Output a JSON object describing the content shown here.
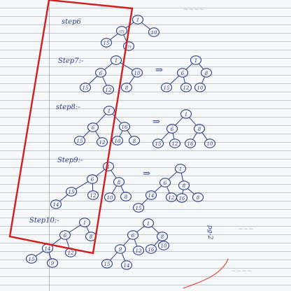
{
  "colors": {
    "ink": "#2a3a8a",
    "red_box": "#d21e1e",
    "paper": "#f7f8f9"
  },
  "steps": [
    {
      "label": "step6",
      "trees": [
        {
          "nodes": [
            {
              "id": "a",
              "v": "1"
            },
            {
              "id": "b",
              "v": "(?)"
            },
            {
              "id": "c",
              "v": "10"
            },
            {
              "id": "d",
              "v": "15"
            },
            {
              "id": "e",
              "v": "(?)"
            }
          ],
          "edges": [
            [
              "a",
              "b"
            ],
            [
              "a",
              "c"
            ],
            [
              "b",
              "d"
            ],
            [
              "b",
              "e"
            ]
          ]
        }
      ]
    },
    {
      "label": "Step7:-",
      "trees": [
        {
          "nodes": [
            {
              "id": "a",
              "v": "1"
            },
            {
              "id": "b",
              "v": "6"
            },
            {
              "id": "c",
              "v": "10"
            },
            {
              "id": "d",
              "v": "15"
            },
            {
              "id": "e",
              "v": "12"
            },
            {
              "id": "f",
              "v": "8"
            }
          ],
          "edges": [
            [
              "a",
              "b"
            ],
            [
              "a",
              "c"
            ],
            [
              "b",
              "d"
            ],
            [
              "b",
              "e"
            ],
            [
              "c",
              "f"
            ]
          ]
        },
        {
          "nodes": [
            {
              "id": "a",
              "v": "1"
            },
            {
              "id": "b",
              "v": "6"
            },
            {
              "id": "c",
              "v": "8"
            },
            {
              "id": "d",
              "v": "15"
            },
            {
              "id": "e",
              "v": "12"
            },
            {
              "id": "f",
              "v": "10"
            }
          ],
          "edges": [
            [
              "a",
              "b"
            ],
            [
              "a",
              "c"
            ],
            [
              "b",
              "d"
            ],
            [
              "b",
              "e"
            ],
            [
              "c",
              "f"
            ]
          ]
        }
      ]
    },
    {
      "label": "step8:-",
      "trees": [
        {
          "nodes": [
            {
              "id": "a",
              "v": "1"
            },
            {
              "id": "b",
              "v": "6"
            },
            {
              "id": "c",
              "v": "16"
            },
            {
              "id": "d",
              "v": "15"
            },
            {
              "id": "e",
              "v": "12"
            },
            {
              "id": "f",
              "v": "10"
            },
            {
              "id": "g",
              "v": "8"
            }
          ],
          "edges": [
            [
              "a",
              "b"
            ],
            [
              "a",
              "c"
            ],
            [
              "b",
              "d"
            ],
            [
              "b",
              "e"
            ],
            [
              "c",
              "f"
            ],
            [
              "c",
              "g"
            ]
          ]
        },
        {
          "nodes": [
            {
              "id": "a",
              "v": "1"
            },
            {
              "id": "b",
              "v": "6"
            },
            {
              "id": "c",
              "v": "8"
            },
            {
              "id": "d",
              "v": "15"
            },
            {
              "id": "e",
              "v": "12"
            },
            {
              "id": "f",
              "v": "16"
            },
            {
              "id": "g",
              "v": "10"
            }
          ],
          "edges": [
            [
              "a",
              "b"
            ],
            [
              "a",
              "c"
            ],
            [
              "b",
              "d"
            ],
            [
              "b",
              "e"
            ],
            [
              "c",
              "f"
            ],
            [
              "c",
              "g"
            ]
          ]
        }
      ]
    },
    {
      "label": "Step9:-",
      "trees": [
        {
          "nodes": [
            {
              "id": "a",
              "v": "1"
            },
            {
              "id": "b",
              "v": "6"
            },
            {
              "id": "c",
              "v": "8"
            },
            {
              "id": "d",
              "v": "15"
            },
            {
              "id": "e",
              "v": "12"
            },
            {
              "id": "f",
              "v": "10"
            },
            {
              "id": "g",
              "v": "8"
            },
            {
              "id": "h",
              "v": "14"
            }
          ],
          "edges": [
            [
              "a",
              "b"
            ],
            [
              "a",
              "c"
            ],
            [
              "b",
              "d"
            ],
            [
              "b",
              "e"
            ],
            [
              "c",
              "f"
            ],
            [
              "c",
              "g"
            ],
            [
              "d",
              "h"
            ]
          ]
        },
        {
          "nodes": [
            {
              "id": "a",
              "v": "1"
            },
            {
              "id": "b",
              "v": "6"
            },
            {
              "id": "c",
              "v": "8"
            },
            {
              "id": "d",
              "v": "14"
            },
            {
              "id": "e",
              "v": "12"
            },
            {
              "id": "f",
              "v": "16"
            },
            {
              "id": "g",
              "v": "8"
            },
            {
              "id": "h",
              "v": "15"
            }
          ],
          "edges": [
            [
              "a",
              "b"
            ],
            [
              "a",
              "c"
            ],
            [
              "b",
              "d"
            ],
            [
              "b",
              "e"
            ],
            [
              "c",
              "f"
            ],
            [
              "c",
              "g"
            ],
            [
              "d",
              "h"
            ]
          ]
        }
      ]
    },
    {
      "label": "Step10:-",
      "trees": [
        {
          "nodes": [
            {
              "id": "a",
              "v": "1"
            },
            {
              "id": "b",
              "v": "6"
            },
            {
              "id": "c",
              "v": "8"
            },
            {
              "id": "d",
              "v": "14"
            },
            {
              "id": "e",
              "v": "12"
            },
            {
              "id": "f",
              "v": "15"
            },
            {
              "id": "g",
              "v": "9"
            }
          ],
          "edges": [
            [
              "a",
              "b"
            ],
            [
              "a",
              "c"
            ],
            [
              "b",
              "d"
            ],
            [
              "b",
              "e"
            ],
            [
              "d",
              "f"
            ],
            [
              "d",
              "g"
            ]
          ]
        },
        {
          "nodes": [
            {
              "id": "a",
              "v": "1"
            },
            {
              "id": "b",
              "v": "6"
            },
            {
              "id": "c",
              "v": "8"
            },
            {
              "id": "d",
              "v": "9"
            },
            {
              "id": "e",
              "v": "12"
            },
            {
              "id": "f",
              "v": "16"
            },
            {
              "id": "g",
              "v": "10"
            },
            {
              "id": "h",
              "v": "15"
            },
            {
              "id": "i",
              "v": "14"
            }
          ],
          "edges": [
            [
              "a",
              "b"
            ],
            [
              "a",
              "c"
            ],
            [
              "b",
              "d"
            ],
            [
              "b",
              "e"
            ],
            [
              "c",
              "f"
            ],
            [
              "c",
              "g"
            ],
            [
              "d",
              "h"
            ],
            [
              "d",
              "i"
            ]
          ]
        }
      ]
    }
  ],
  "arrow_glyph": "⇒",
  "side_note": "pg-2"
}
